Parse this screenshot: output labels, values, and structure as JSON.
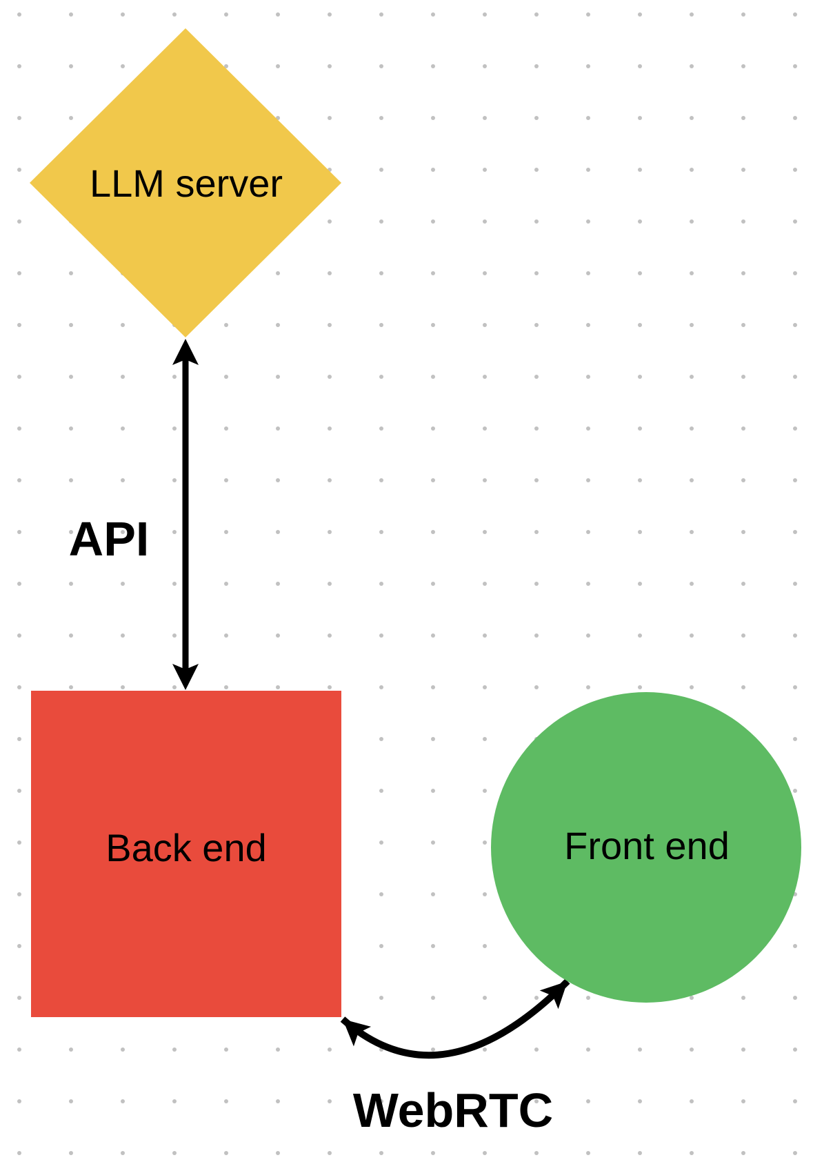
{
  "canvas": {
    "background": "#FFFFFF",
    "grid_dot_color": "#C1C1C1"
  },
  "nodes": [
    {
      "id": "llm-server",
      "shape": "diamond",
      "label": "LLM server",
      "fill": "#F1C84B",
      "text_color": "#000000"
    },
    {
      "id": "back-end",
      "shape": "square",
      "label": "Back end",
      "fill": "#E94B3C",
      "text_color": "#000000"
    },
    {
      "id": "front-end",
      "shape": "circle",
      "label": "Front end",
      "fill": "#5EBB63",
      "text_color": "#000000"
    }
  ],
  "edges": [
    {
      "id": "api",
      "label": "API",
      "from": "llm-server",
      "to": "back-end",
      "style": "straight",
      "direction": "bidirectional",
      "color": "#000000"
    },
    {
      "id": "webrtc",
      "label": "WebRTC",
      "from": "back-end",
      "to": "front-end",
      "style": "curved",
      "direction": "bidirectional",
      "color": "#000000"
    }
  ]
}
